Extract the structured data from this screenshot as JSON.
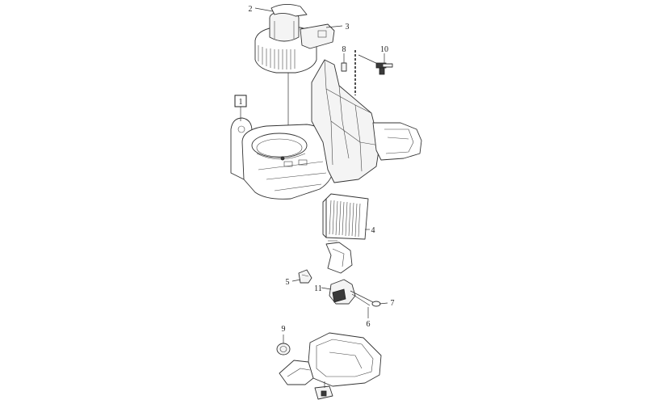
{
  "diagram": {
    "callouts": [
      {
        "id": "1",
        "label": "1",
        "boxed": true
      },
      {
        "id": "2",
        "label": "2",
        "boxed": false
      },
      {
        "id": "3",
        "label": "3",
        "boxed": false
      },
      {
        "id": "4",
        "label": "4",
        "boxed": false
      },
      {
        "id": "5",
        "label": "5",
        "boxed": false
      },
      {
        "id": "6",
        "label": "6",
        "boxed": false
      },
      {
        "id": "7",
        "label": "7",
        "boxed": false
      },
      {
        "id": "8",
        "label": "8",
        "boxed": false
      },
      {
        "id": "9",
        "label": "9",
        "boxed": false
      },
      {
        "id": "10",
        "label": "10",
        "boxed": false
      },
      {
        "id": "11",
        "label": "11",
        "boxed": false
      }
    ]
  }
}
